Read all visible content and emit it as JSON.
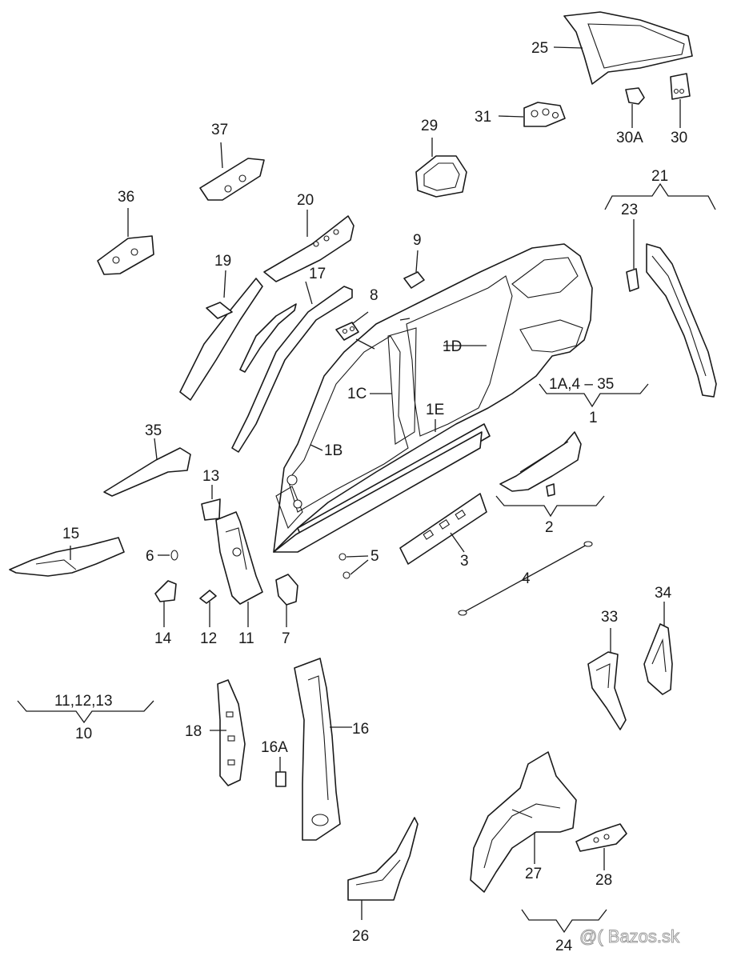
{
  "labels": {
    "l1": "1",
    "l1a": "1A,4 – 35",
    "l1b": "1B",
    "l1c": "1C",
    "l1d": "1D",
    "l1e": "1E",
    "l2": "2",
    "l3": "3",
    "l4": "4",
    "l5": "5",
    "l6": "6",
    "l7": "7",
    "l8": "8",
    "l9": "9",
    "l10": "10",
    "l11": "11",
    "l11_12_13": "11,12,13",
    "l12": "12",
    "l13": "13",
    "l14": "14",
    "l15": "15",
    "l16": "16",
    "l16a": "16A",
    "l17": "17",
    "l18": "18",
    "l19": "19",
    "l20": "20",
    "l21": "21",
    "l23": "23",
    "l24": "24",
    "l25": "25",
    "l26": "26",
    "l27": "27",
    "l28": "28",
    "l29": "29",
    "l30": "30",
    "l30a": "30A",
    "l31": "31",
    "l33": "33",
    "l34": "34",
    "l35": "35",
    "l36": "36",
    "l37": "37"
  },
  "watermark": "@( Bazos.sk"
}
